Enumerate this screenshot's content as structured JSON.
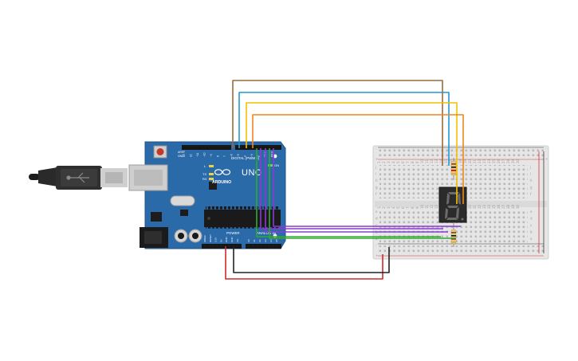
{
  "board": {
    "aref_label": "AREF",
    "gnd_label": "GND",
    "digital_label": "DIGITAL (PWM ~)",
    "uno_label": "UNO",
    "brand_label": "ARDUINO",
    "tx_label": "TX",
    "rx_label": "RX",
    "l_label": "L",
    "on_label": "ON",
    "power_label": "POWER",
    "analog_label": "ANALOG IN",
    "digital_pins": [
      "13",
      "12",
      "~11",
      "~10",
      "~9",
      "8",
      "7",
      "~6",
      "~5",
      "4",
      "~3",
      "2",
      "TX 1",
      "RX 0"
    ],
    "power_pins": [
      "IOREF",
      "RESET",
      "3.3V",
      "5V",
      "GND",
      "GND",
      "Vin"
    ],
    "analog_pins": [
      "A0",
      "A1",
      "A2",
      "A3",
      "A4",
      "A5"
    ]
  },
  "breadboard": {
    "rail_plus": "+",
    "rail_minus": "-",
    "row_letters_top": [
      "j",
      "i",
      "h",
      "g",
      "f"
    ],
    "row_letters_bottom": [
      "e",
      "d",
      "c",
      "b",
      "a"
    ],
    "column_count": 30
  },
  "colors": {
    "pcb": "#2b6aa8",
    "breadboard": "#e6e6e6",
    "wire_brown": "#9a6a3c",
    "wire_blue": "#1f9ad6",
    "wire_yellow": "#f2c200",
    "wire_orange": "#f0871c",
    "wire_purple": "#8c3ad1",
    "wire_green": "#32a832",
    "wire_red": "#d12a2a",
    "wire_black": "#222222"
  }
}
